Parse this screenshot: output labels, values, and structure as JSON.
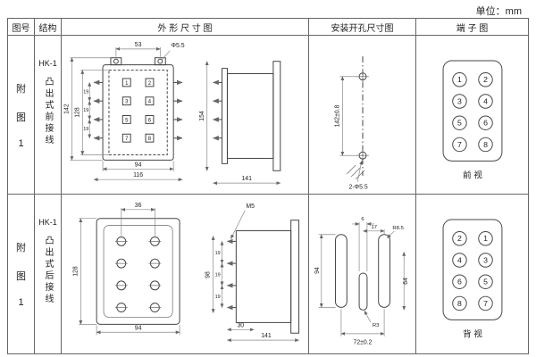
{
  "page": {
    "unit": "单位：mm"
  },
  "headers": [
    "图号",
    "结构",
    "外 形 尺 寸 图",
    "安装开孔尺寸图",
    "端 子 图"
  ],
  "rows": [
    {
      "fig": [
        "附",
        "图",
        "1"
      ],
      "model": "HK-1",
      "type": "凸出式前接线",
      "outline": {
        "w53": "53",
        "hole": "Φ5.5",
        "h142": "142",
        "h128": "128",
        "p19": "19",
        "w94": "94",
        "w116": "116",
        "h154": "154",
        "w141": "141",
        "terminals": [
          "1",
          "2",
          "3",
          "4",
          "5",
          "6",
          "7",
          "8"
        ]
      },
      "install": {
        "h": "142±0.8",
        "holes": "2-Φ5.5"
      },
      "terminal": {
        "left": [
          "1",
          "3",
          "5",
          "7"
        ],
        "right": [
          "2",
          "4",
          "6",
          "8"
        ],
        "view": "前  视"
      }
    },
    {
      "fig": [
        "附",
        "图",
        "1"
      ],
      "model": "HK-1",
      "type": "凸出式后接线",
      "outline": {
        "w36": "36",
        "thread": "M5",
        "h128": "128",
        "h98": "98",
        "p19": "19",
        "w94": "94",
        "w30": "30",
        "w141": "141"
      },
      "install": {
        "d17": "17",
        "d6": "6",
        "r85": "R8.5",
        "h94": "94",
        "h64": "64",
        "r3": "R3",
        "span": "72±0.2"
      },
      "terminal": {
        "left": [
          "2",
          "4",
          "6",
          "8"
        ],
        "right": [
          "1",
          "3",
          "5",
          "7"
        ],
        "view": "背  视"
      }
    }
  ]
}
